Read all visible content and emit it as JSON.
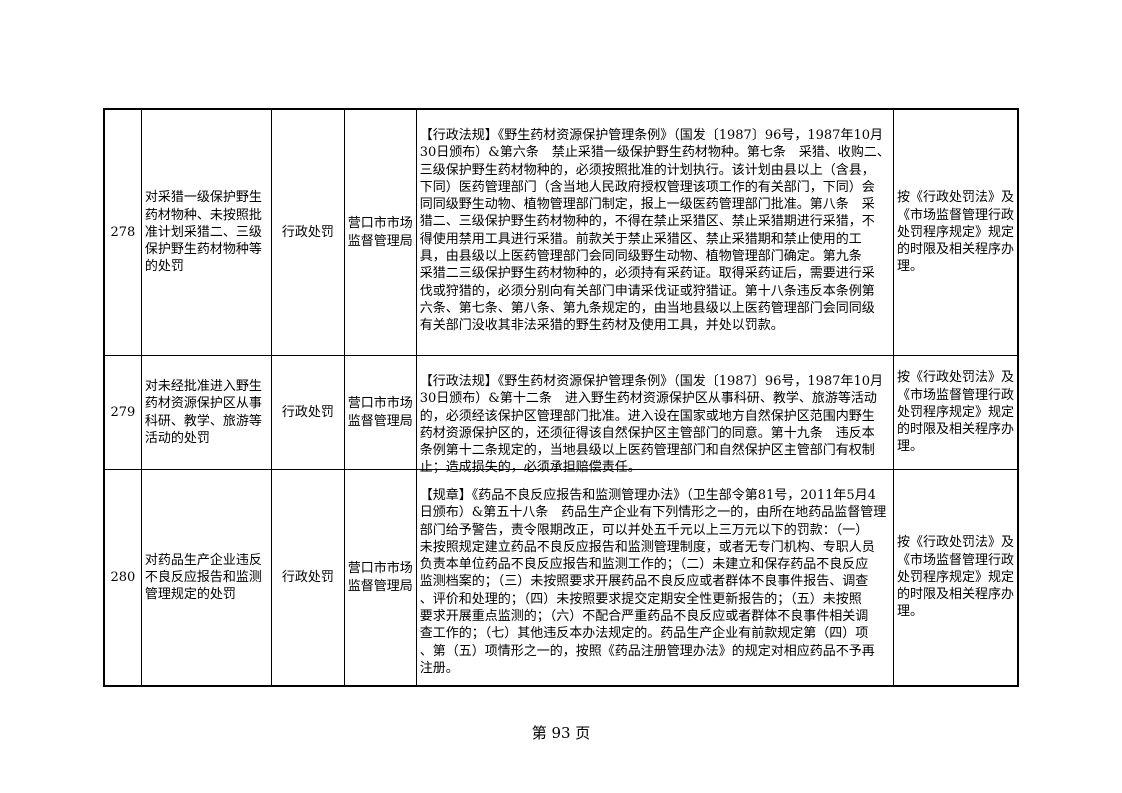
{
  "rows": [
    {
      "no": "278",
      "item": [
        "对采猎一级保护野生",
        "药材物种、未按照批",
        "准计划采猎二、三级",
        "保护野生药材物种等",
        "的处罚"
      ],
      "type": "行政处罚",
      "org": [
        "营口市市场",
        "监督管理局"
      ],
      "basis": [
        "【行政法规】《野生药材资源保护管理条例》（国发〔1987〕96号，1987年10月",
        "30日颁布）&第六条　禁止采猎一级保护野生药材物种。第七条　采猎、收购二、",
        "三级保护野生药材物种的，必须按照批准的计划执行。该计划由县以上（含县，",
        "下同）医药管理部门（含当地人民政府授权管理该项工作的有关部门，下同）会",
        "同同级野生动物、植物管理部门制定，报上一级医药管理部门批准。第八条　采",
        "猎二、三级保护野生药材物种的，不得在禁止采猎区、禁止采猎期进行采猎，不",
        "得使用禁用工具进行采猎。前款关于禁止采猎区、禁止采猎期和禁止使用的工",
        "具，由县级以上医药管理部门会同同级野生动物、植物管理部门确定。第九条",
        "采猎二三级保护野生药材物种的，必须持有采药证。取得采药证后，需要进行采",
        "伐或狩猎的，必须分别向有关部门申请采伐证或狩猎证。第十八条违反本条例第",
        "六条、第七条、第八条、第九条规定的，由当地县级以上医药管理部门会同同级",
        "有关部门没收其非法采猎的野生药材及使用工具，并处以罚款。"
      ],
      "proc": [
        "按《行政处罚法》及",
        "《市场监督管理行政",
        "处罚程序规定》规定",
        "的时限及相关程序办",
        "理。"
      ]
    },
    {
      "no": "279",
      "item": [
        "对未经批准进入野生",
        "药材资源保护区从事",
        "科研、教学、旅游等",
        "活动的处罚"
      ],
      "type": "行政处罚",
      "org": [
        "营口市市场",
        "监督管理局"
      ],
      "basis": [
        "【行政法规】《野生药材资源保护管理条例》（国发〔1987〕96号，1987年10月",
        "30日颁布）&第十二条　进入野生药材资源保护区从事科研、教学、旅游等活动",
        "的，必须经该保护区管理部门批准。进入设在国家或地方自然保护区范围内野生",
        "药材资源保护区的，还须征得该自然保护区主管部门的同意。第十九条　违反本",
        "条例第十二条规定的，当地县级以上医药管理部门和自然保护区主管部门有权制",
        "止；造成损失的，必须承担赔偿责任。"
      ],
      "proc": [
        "按《行政处罚法》及",
        "《市场监督管理行政",
        "处罚程序规定》规定",
        "的时限及相关程序办",
        "理。"
      ]
    },
    {
      "no": "280",
      "item": [
        "对药品生产企业违反",
        "不良反应报告和监测",
        "管理规定的处罚"
      ],
      "type": "行政处罚",
      "org": [
        "营口市市场",
        "监督管理局"
      ],
      "basis": [
        "【规章】《药品不良反应报告和监测管理办法》（卫生部令第81号，2011年5月4",
        "日颁布）&第五十八条　药品生产企业有下列情形之一的，由所在地药品监督管理",
        "部门给予警告，责令限期改正，可以并处五千元以上三万元以下的罚款：（一）",
        "未按照规定建立药品不良反应报告和监测管理制度，或者无专门机构、专职人员",
        "负责本单位药品不良反应报告和监测工作的；（二）未建立和保存药品不良反应",
        "监测档案的；（三）未按照要求开展药品不良反应或者群体不良事件报告、调查",
        "、评价和处理的；（四）未按照要求提交定期安全性更新报告的；（五）未按照",
        "要求开展重点监测的；（六）不配合严重药品不良反应或者群体不良事件相关调",
        "查工作的；（七）其他违反本办法规定的。药品生产企业有前款规定第（四）项",
        "、第（五）项情形之一的，按照《药品注册管理办法》的规定对相应药品不予再",
        "注册。"
      ],
      "proc": [
        "按《行政处罚法》及",
        "《市场监督管理行政",
        "处罚程序规定》规定",
        "的时限及相关程序办",
        "理。"
      ]
    }
  ],
  "footer": {
    "page_label": "第 93 页"
  }
}
